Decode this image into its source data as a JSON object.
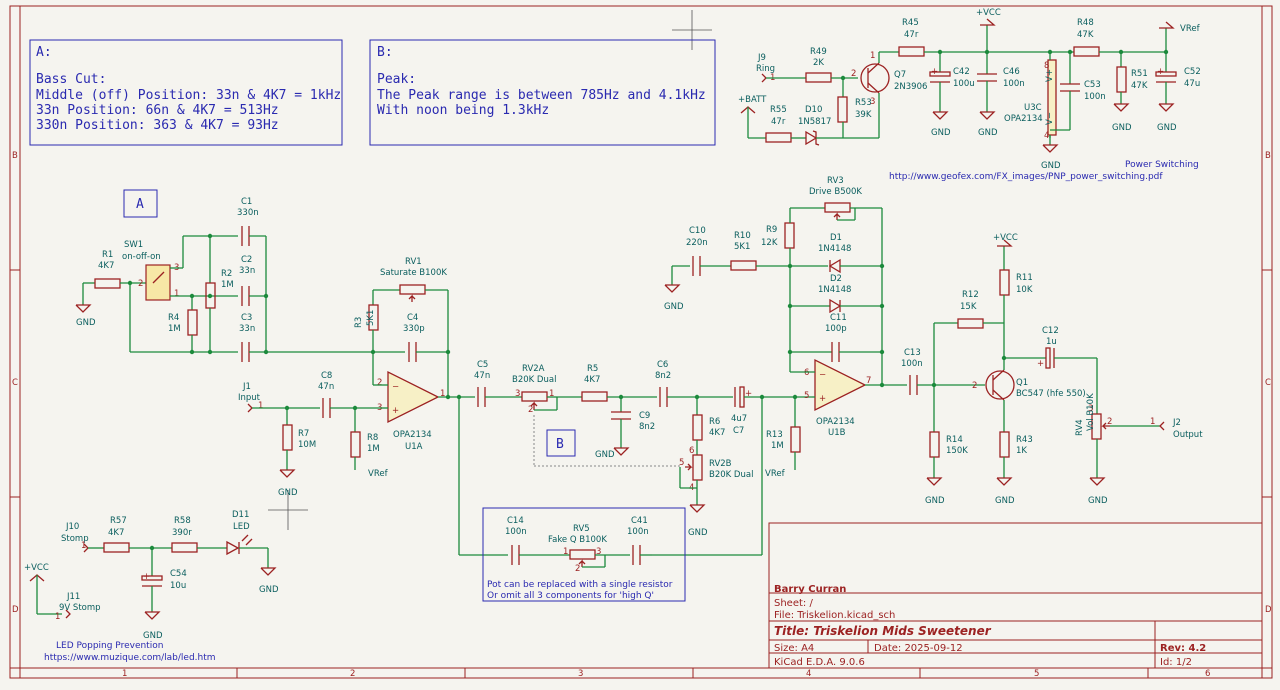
{
  "notes": {
    "A": {
      "tag": "A:",
      "lines": [
        "Bass Cut:",
        "Middle (off) Position: 33n & 4K7 = 1kHz",
        "33n Position: 66n & 4K7 = 513Hz",
        "330n Position: 363 & 4K7 = 93Hz"
      ]
    },
    "B": {
      "tag": "B:",
      "lines": [
        "Peak:",
        "The Peak range is between 785Hz and 4.1kHz",
        "With noon being 1.3kHz"
      ]
    },
    "box_a": "A",
    "box_b": "B",
    "power_switching": "Power Switching",
    "power_url": "http://www.geofex.com/FX_images/PNP_power_switching.pdf",
    "led_popping": "LED Popping Prevention",
    "led_url": "https://www.muzique.com/lab/led.htm",
    "pot_note_1": "Pot can be replaced with a single resistor",
    "pot_note_2": "Or omit all 3 components for 'high Q'"
  },
  "components": {
    "R1": [
      "R1",
      "4K7"
    ],
    "R2": [
      "R2",
      "1M"
    ],
    "R3": [
      "R3",
      "5K1"
    ],
    "R4": [
      "R4",
      "1M"
    ],
    "R5": [
      "R5",
      "4K7"
    ],
    "R6": [
      "R6",
      "4K7"
    ],
    "R7": [
      "R7",
      "10M"
    ],
    "R8": [
      "R8",
      "1M"
    ],
    "R9": [
      "R9",
      "12K"
    ],
    "R10": [
      "R10",
      "5K1"
    ],
    "R11": [
      "R11",
      "10K"
    ],
    "R12": [
      "R12",
      "15K"
    ],
    "R13": [
      "R13",
      "1M"
    ],
    "R14": [
      "R14",
      "150K"
    ],
    "R43": [
      "R43",
      "1K"
    ],
    "R45": [
      "R45",
      "47r"
    ],
    "R48": [
      "R48",
      "47K"
    ],
    "R49": [
      "R49",
      "2K"
    ],
    "R51": [
      "R51",
      "47K"
    ],
    "R53": [
      "R53",
      "39K"
    ],
    "R55": [
      "R55",
      "47r"
    ],
    "R57": [
      "R57",
      "4K7"
    ],
    "R58": [
      "R58",
      "390r"
    ],
    "C1": [
      "C1",
      "330n"
    ],
    "C2": [
      "C2",
      "33n"
    ],
    "C3": [
      "C3",
      "33n"
    ],
    "C4": [
      "C4",
      "330p"
    ],
    "C5": [
      "C5",
      "47n"
    ],
    "C6": [
      "C6",
      "8n2"
    ],
    "C7": [
      "C7",
      "4u7"
    ],
    "C8": [
      "C8",
      "47n"
    ],
    "C9": [
      "C9",
      "8n2"
    ],
    "C10": [
      "C10",
      "220n"
    ],
    "C11": [
      "C11",
      "100p"
    ],
    "C12": [
      "C12",
      "1u"
    ],
    "C13": [
      "C13",
      "100n"
    ],
    "C14": [
      "C14",
      "100n"
    ],
    "C41": [
      "C41",
      "100n"
    ],
    "C42": [
      "C42",
      "100u"
    ],
    "C46": [
      "C46",
      "100n"
    ],
    "C52": [
      "C52",
      "47u"
    ],
    "C53": [
      "C53",
      "100n"
    ],
    "C54": [
      "C54",
      "10u"
    ],
    "RV1": [
      "RV1",
      "Saturate B100K"
    ],
    "RV2A": [
      "RV2A",
      "B20K Dual"
    ],
    "RV2B": [
      "RV2B",
      "B20K Dual"
    ],
    "RV3": [
      "RV3",
      "Drive B500K"
    ],
    "RV4": [
      "RV4",
      "Vol B10K"
    ],
    "RV5": [
      "RV5",
      "Fake Q B100K"
    ],
    "D1": [
      "D1",
      "1N4148"
    ],
    "D2": [
      "D2",
      "1N4148"
    ],
    "D10": [
      "D10",
      "1N5817"
    ],
    "D11": [
      "D11",
      "LED"
    ],
    "Q1": [
      "Q1",
      "BC547 (hfe 550)"
    ],
    "Q7": [
      "Q7",
      "2N3906"
    ],
    "U1A": [
      "U1A",
      "OPA2134"
    ],
    "U1B": [
      "U1B",
      "OPA2134"
    ],
    "U3C": [
      "U3C",
      "OPA2134"
    ],
    "SW1": [
      "SW1",
      "on-off-on"
    ],
    "J1": [
      "J1",
      "Input"
    ],
    "J2": [
      "J2",
      "Output"
    ],
    "J9": [
      "J9",
      "Ring"
    ],
    "J10": [
      "J10",
      "Stomp"
    ],
    "J11": [
      "J11",
      "9V Stomp"
    ]
  },
  "nets": {
    "gnd": "GND",
    "vref": "VRef",
    "vcc": "+VCC",
    "batt": "+BATT"
  },
  "title_block": {
    "author": "Barry Curran",
    "sheet": "Sheet: /",
    "file": "File: Triskelion.kicad_sch",
    "title": "Title: Triskelion Mids Sweetener",
    "size": "Size: A4",
    "date": "Date: 2025-09-12",
    "rev": "Rev: 4.2",
    "app": "KiCad E.D.A. 9.0.6",
    "id": "Id: 1/2"
  },
  "frame": {
    "cols": [
      "1",
      "2",
      "3",
      "4",
      "5",
      "6"
    ],
    "rows": [
      "B",
      "C",
      "D"
    ]
  }
}
